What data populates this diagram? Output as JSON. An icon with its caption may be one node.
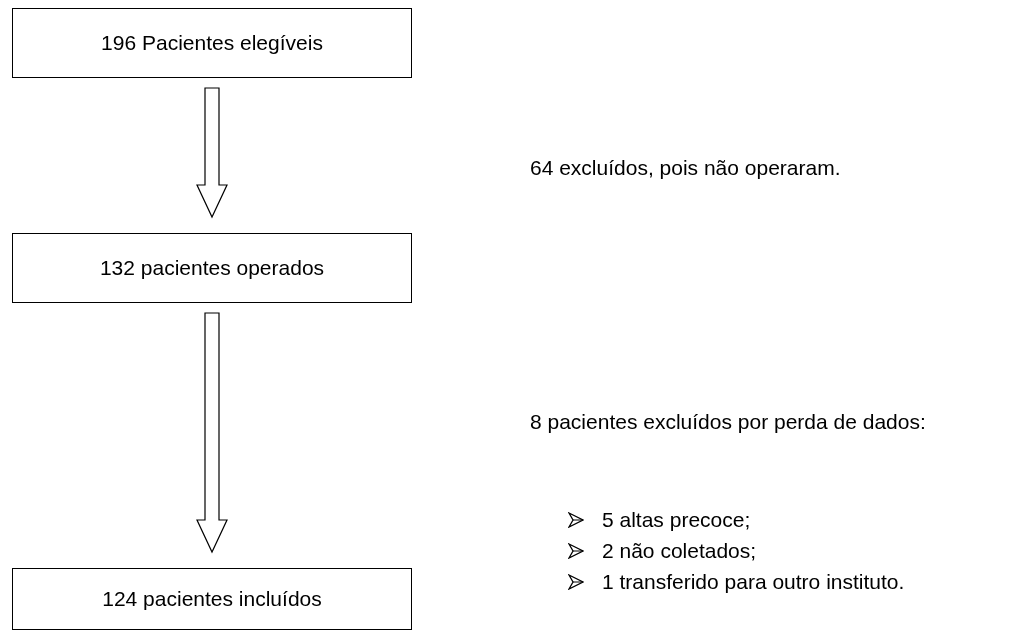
{
  "diagram": {
    "nodes": [
      {
        "text": [
          "196 Pacientes elegíveis"
        ]
      },
      {
        "text": [
          "132 pacientes operados"
        ]
      },
      {
        "text": [
          "124 pacientes incluídos"
        ]
      }
    ],
    "edges": [
      {
        "from": 0,
        "to": 1,
        "arrow": "to"
      },
      {
        "from": 1,
        "to": 2,
        "arrow": "to"
      }
    ],
    "labels": [
      "64 excluídos, pois não operaram.",
      "8 pacientes excluídos por perda de dados:",
      "5 altas precoce;",
      "2 não coletados;",
      "1 transferido para outro instituto."
    ]
  }
}
